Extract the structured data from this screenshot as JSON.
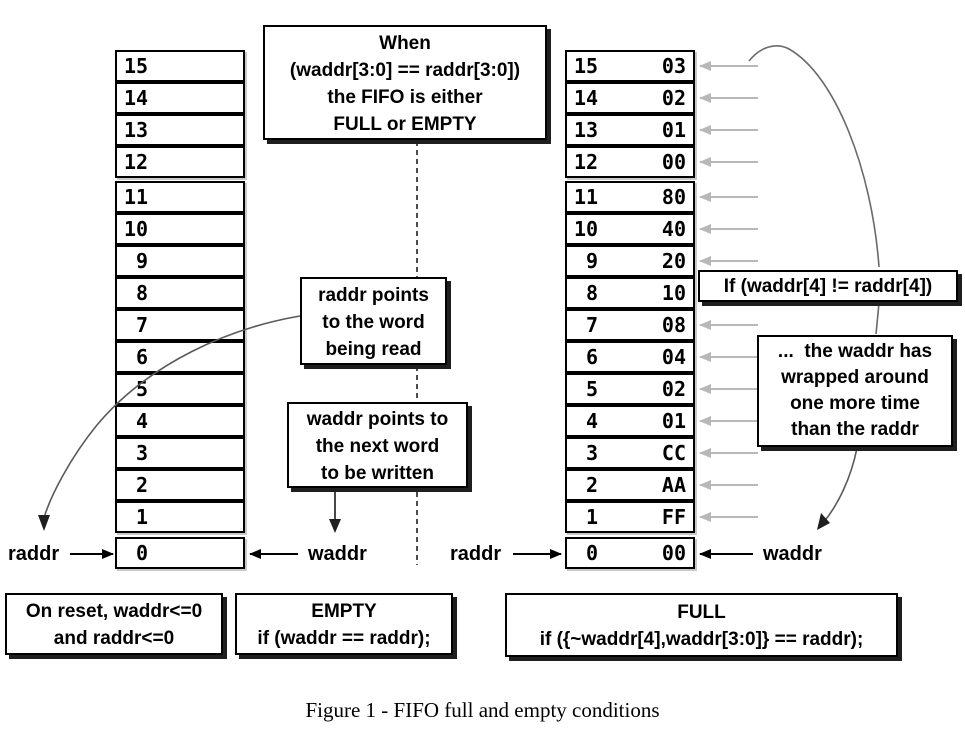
{
  "figure": {
    "caption": "Figure 1 - FIFO full and empty conditions"
  },
  "left_fifo": {
    "indices": [
      "15",
      "14",
      "13",
      "12",
      "11",
      "10",
      " 9",
      " 8",
      " 7",
      " 6",
      " 5",
      " 4",
      " 3",
      " 2",
      " 1",
      " 0"
    ],
    "group_sizes": [
      4,
      11,
      1
    ]
  },
  "right_fifo": {
    "indices": [
      "15",
      "14",
      "13",
      "12",
      "11",
      "10",
      " 9",
      " 8",
      " 7",
      " 6",
      " 5",
      " 4",
      " 3",
      " 2",
      " 1",
      " 0"
    ],
    "values": [
      "03",
      "02",
      "01",
      "00",
      "80",
      "40",
      "20",
      "10",
      "08",
      "04",
      "02",
      "01",
      "CC",
      "AA",
      "FF",
      "00"
    ],
    "group_sizes": [
      4,
      11,
      1
    ],
    "arrow_rows": [
      0,
      1,
      2,
      3,
      4,
      5,
      6,
      8,
      9,
      10,
      11,
      12,
      13,
      14
    ]
  },
  "labels": {
    "left_raddr": "raddr",
    "left_waddr": "waddr",
    "right_raddr": "raddr",
    "right_waddr": "waddr"
  },
  "callouts": {
    "when": {
      "lines": [
        "When",
        "(waddr[3:0] == raddr[3:0])",
        "the FIFO is either",
        "FULL or EMPTY"
      ]
    },
    "raddr_points": {
      "lines": [
        "raddr points",
        "to the word",
        "being read"
      ]
    },
    "waddr_points": {
      "lines": [
        "waddr points to",
        "the next word",
        "to be written"
      ]
    },
    "if_condition": {
      "text": "If (waddr[4] != raddr[4])"
    },
    "wrapped": {
      "lines": [
        "...  the waddr has",
        "wrapped around",
        "one more time",
        "than the raddr"
      ]
    }
  },
  "bottom_boxes": {
    "reset": {
      "lines": [
        "On reset, waddr<=0",
        "and raddr<=0"
      ]
    },
    "empty": {
      "lines": [
        "EMPTY",
        "if (waddr == raddr);"
      ]
    },
    "full": {
      "lines": [
        "FULL",
        "if ({~waddr[4],waddr[3:0]} == raddr);"
      ]
    }
  },
  "colors": {
    "ink": "#000000",
    "arrow_gray": "#b8b8b8",
    "curve": "#595959",
    "shadow": "#1f1f1f"
  }
}
